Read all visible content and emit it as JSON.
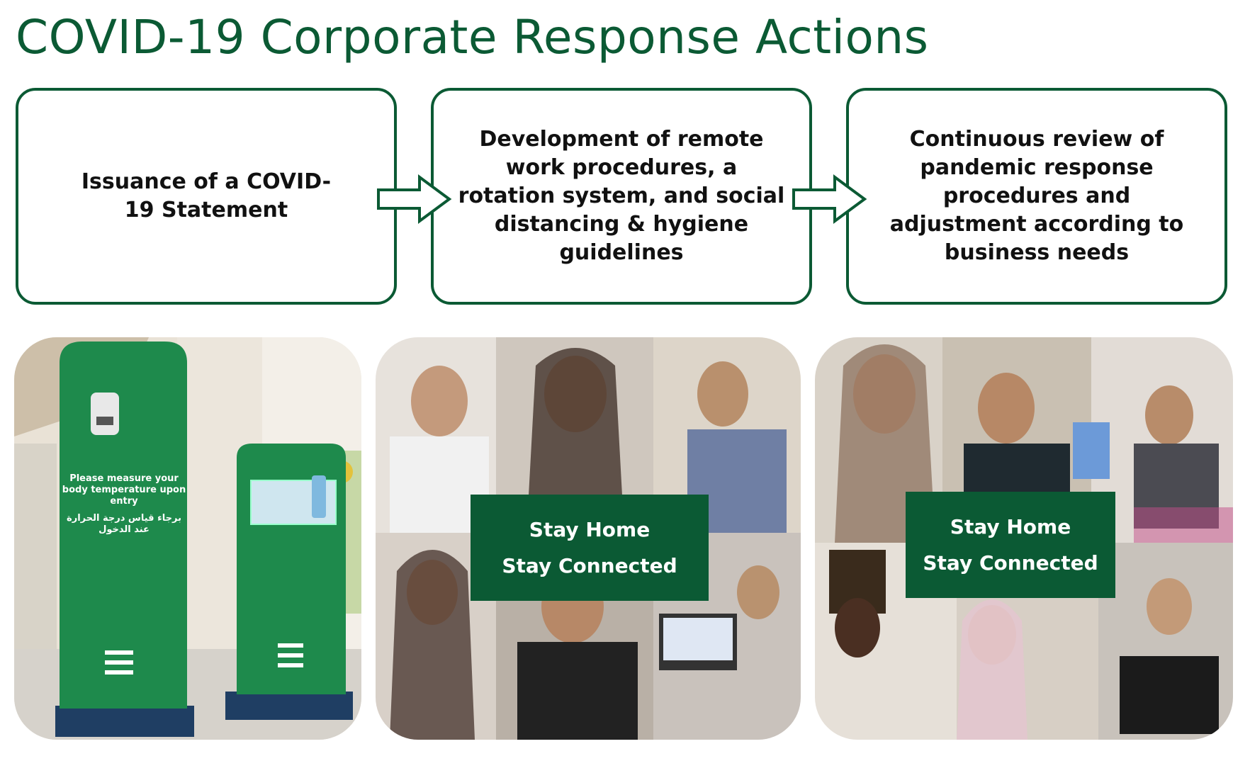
{
  "page": {
    "title": "COVID-19 Corporate Response Actions"
  },
  "steps": [
    {
      "text": "Issuance of a COVID-19 Statement"
    },
    {
      "text": "Development of remote work procedures, a rotation system, and social distancing & hygiene guidelines"
    },
    {
      "text": "Continuous review of pandemic response procedures and adjustment according to business needs"
    }
  ],
  "photos": {
    "stand": {
      "sign_en": "Please measure your body temperature upon entry",
      "sign_ar": "برجاء قياس درجة الحرارة عند الدخول"
    },
    "collage_one": {
      "line1": "Stay Home",
      "line2": "Stay Connected"
    },
    "collage_two": {
      "line1": "Stay Home",
      "line2": "Stay Connected"
    }
  },
  "colors": {
    "brand_green": "#0b5a34"
  }
}
